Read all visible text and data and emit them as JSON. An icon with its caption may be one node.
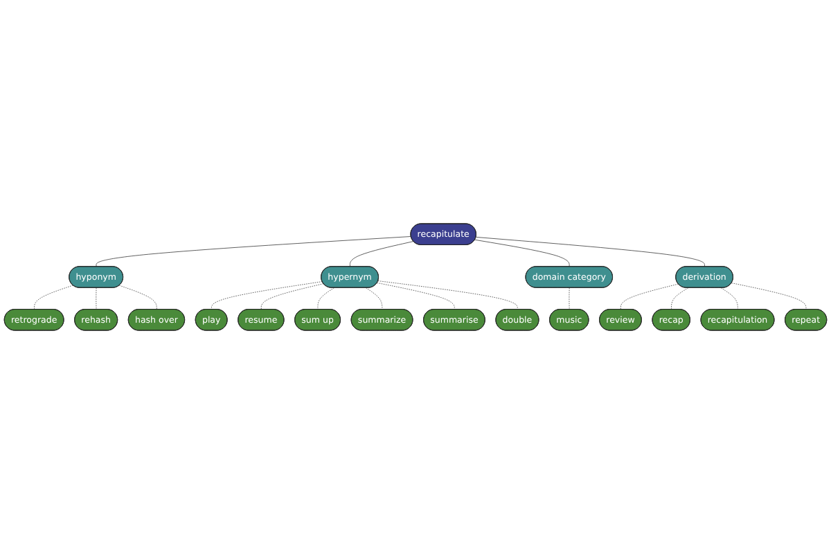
{
  "diagram": {
    "nodes": [
      {
        "text": [
          "retrograde"
        ]
      },
      {
        "text": [
          "rehash"
        ]
      },
      {
        "text": [
          "hash over"
        ]
      },
      {
        "text": [
          "hyponym"
        ]
      },
      {
        "text": [
          "recapitulate"
        ]
      },
      {
        "text": [
          "review"
        ]
      },
      {
        "text": [
          "play"
        ]
      },
      {
        "text": [
          "domain category"
        ]
      },
      {
        "text": [
          "derivation"
        ]
      },
      {
        "text": [
          "resume"
        ]
      },
      {
        "text": [
          "hypernym"
        ]
      },
      {
        "text": [
          "sum up"
        ]
      },
      {
        "text": [
          "recap"
        ]
      },
      {
        "text": [
          "recapitulation"
        ]
      },
      {
        "text": [
          "music"
        ]
      },
      {
        "text": [
          "summarize"
        ]
      },
      {
        "text": [
          "repeat"
        ]
      },
      {
        "text": [
          "summarise"
        ]
      },
      {
        "text": [
          "double"
        ]
      }
    ],
    "edges": [
      {
        "from": 4,
        "to": 3,
        "arrow": "none"
      },
      {
        "from": 4,
        "to": 10,
        "arrow": "none"
      },
      {
        "from": 4,
        "to": 7,
        "arrow": "none"
      },
      {
        "from": 4,
        "to": 8,
        "arrow": "none"
      },
      {
        "from": 3,
        "to": 0,
        "arrow": "none",
        "style": "dashed"
      },
      {
        "from": 3,
        "to": 1,
        "arrow": "none",
        "style": "dashed"
      },
      {
        "from": 3,
        "to": 2,
        "arrow": "none",
        "style": "dashed"
      },
      {
        "from": 10,
        "to": 6,
        "arrow": "none",
        "style": "dashed"
      },
      {
        "from": 10,
        "to": 9,
        "arrow": "none",
        "style": "dashed"
      },
      {
        "from": 10,
        "to": 11,
        "arrow": "none",
        "style": "dashed"
      },
      {
        "from": 10,
        "to": 15,
        "arrow": "none",
        "style": "dashed"
      },
      {
        "from": 10,
        "to": 17,
        "arrow": "none",
        "style": "dashed"
      },
      {
        "from": 10,
        "to": 18,
        "arrow": "none",
        "style": "dashed"
      },
      {
        "from": 7,
        "to": 14,
        "arrow": "none",
        "style": "dashed"
      },
      {
        "from": 8,
        "to": 5,
        "arrow": "none",
        "style": "dashed"
      },
      {
        "from": 8,
        "to": 12,
        "arrow": "none",
        "style": "dashed"
      },
      {
        "from": 8,
        "to": 13,
        "arrow": "none",
        "style": "dashed"
      },
      {
        "from": 8,
        "to": 16,
        "arrow": "none",
        "style": "dashed"
      }
    ]
  }
}
